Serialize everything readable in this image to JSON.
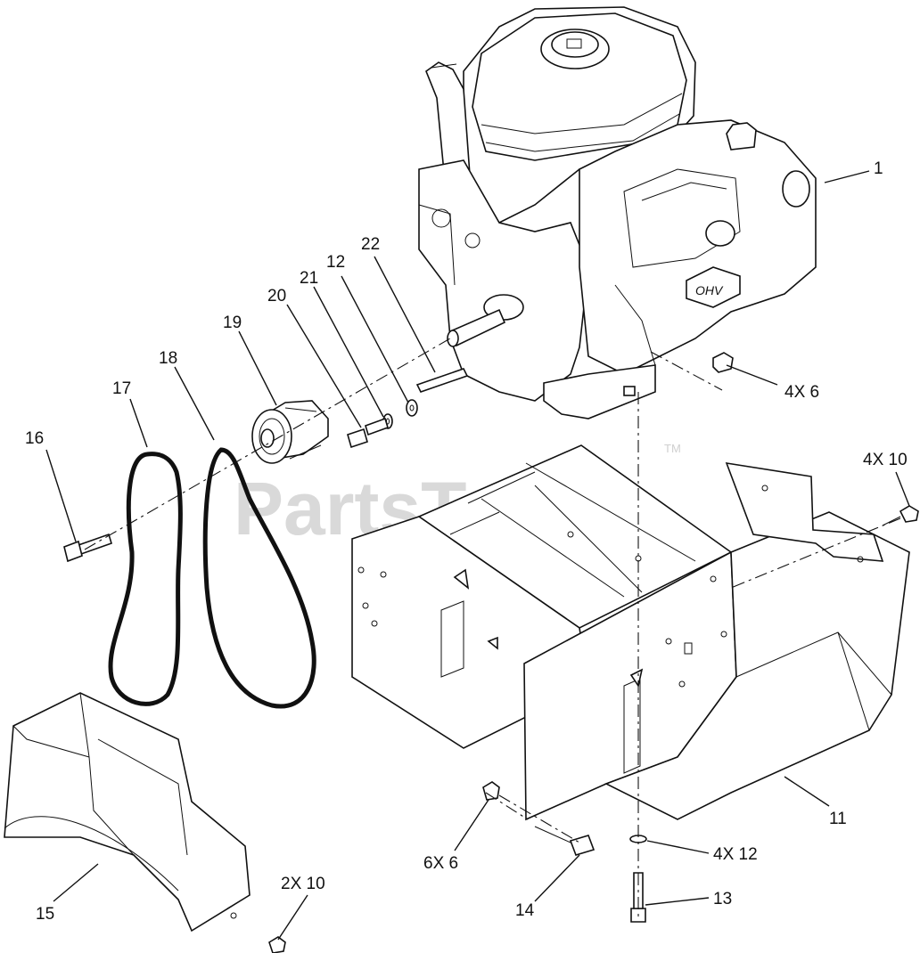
{
  "watermark": {
    "text": "PartsTree",
    "trademark": "TM"
  },
  "callouts": [
    {
      "id": "1",
      "label": "1"
    },
    {
      "id": "4x6",
      "label": "4X 6"
    },
    {
      "id": "4x10",
      "label": "4X 10"
    },
    {
      "id": "22",
      "label": "22"
    },
    {
      "id": "12",
      "label": "12"
    },
    {
      "id": "21",
      "label": "21"
    },
    {
      "id": "20",
      "label": "20"
    },
    {
      "id": "19",
      "label": "19"
    },
    {
      "id": "18",
      "label": "18"
    },
    {
      "id": "17",
      "label": "17"
    },
    {
      "id": "16",
      "label": "16"
    },
    {
      "id": "11",
      "label": "11"
    },
    {
      "id": "15",
      "label": "15"
    },
    {
      "id": "2x10",
      "label": "2X 10"
    },
    {
      "id": "6x6",
      "label": "6X 6"
    },
    {
      "id": "14",
      "label": "14"
    },
    {
      "id": "4x12",
      "label": "4X 12"
    },
    {
      "id": "13",
      "label": "13"
    }
  ],
  "engine_badge": "OHV"
}
